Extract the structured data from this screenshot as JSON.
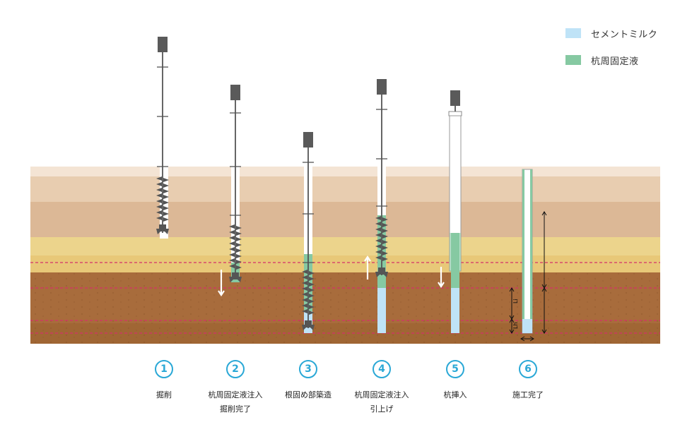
{
  "legend": {
    "cement_milk": {
      "label": "セメントミルク",
      "color": "#bfe3f7"
    },
    "fixing_liquid": {
      "label": "杭周固定液",
      "color": "#86c9a2"
    }
  },
  "steps": [
    {
      "number": "1",
      "label": "掘削"
    },
    {
      "number": "2",
      "label": "杭周固定液注入\n掘削完了"
    },
    {
      "number": "3",
      "label": "根固め部築造"
    },
    {
      "number": "4",
      "label": "杭周固定液注入\n引上げ"
    },
    {
      "number": "5",
      "label": "杭挿入"
    },
    {
      "number": "6",
      "label": "施工完了"
    }
  ],
  "dimension_labels": {
    "upper": "Li",
    "lower": "Lh"
  },
  "colors": {
    "soil_layers": [
      "#f4e4d4",
      "#e8cdb0",
      "#dcb896",
      "#ecd48c",
      "#e8c878",
      "#a86c3c",
      "#a06634"
    ],
    "boundary_line": "#d4306a",
    "rod": "#555555",
    "accent": "#2aa8d6"
  }
}
